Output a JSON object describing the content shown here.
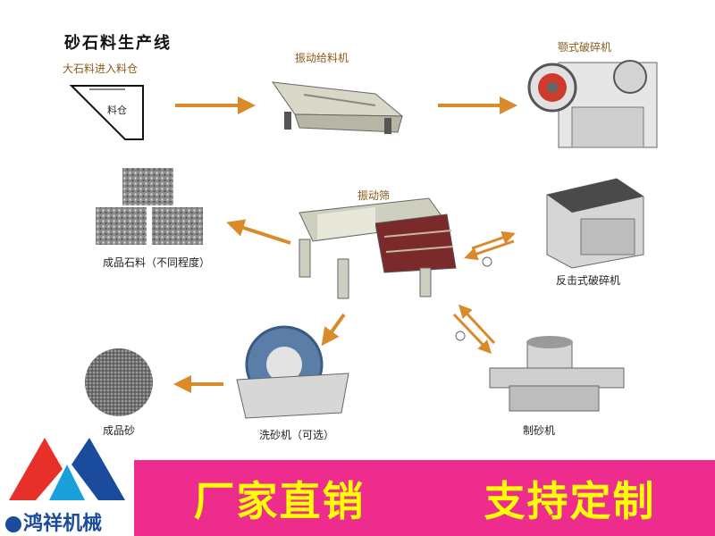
{
  "diagram": {
    "title": "砂石料生产线",
    "hopper_caption": "大石料进入料仓",
    "hopper_label": "料仓",
    "nodes": {
      "feeder": "振动给料机",
      "jaw_crusher": "颚式破碎机",
      "vibrating_screen": "振动筛",
      "impact_crusher": "反击式破碎机",
      "finished_stone": "成品石料（不同程度）",
      "sand_washer": "洗砂机（可选）",
      "sand_maker": "制砂机",
      "finished_sand": "成品砂"
    },
    "arrow_color": "#d98a2b"
  },
  "banner": {
    "left_text": "厂家直销",
    "right_text": "支持定制",
    "bg_color": "#ee2c8e",
    "text_color": "#ffff00"
  },
  "brand": {
    "name": "鸿祥机械",
    "colors": [
      "#e8302a",
      "#1a4b9c",
      "#1aa0d8"
    ]
  }
}
